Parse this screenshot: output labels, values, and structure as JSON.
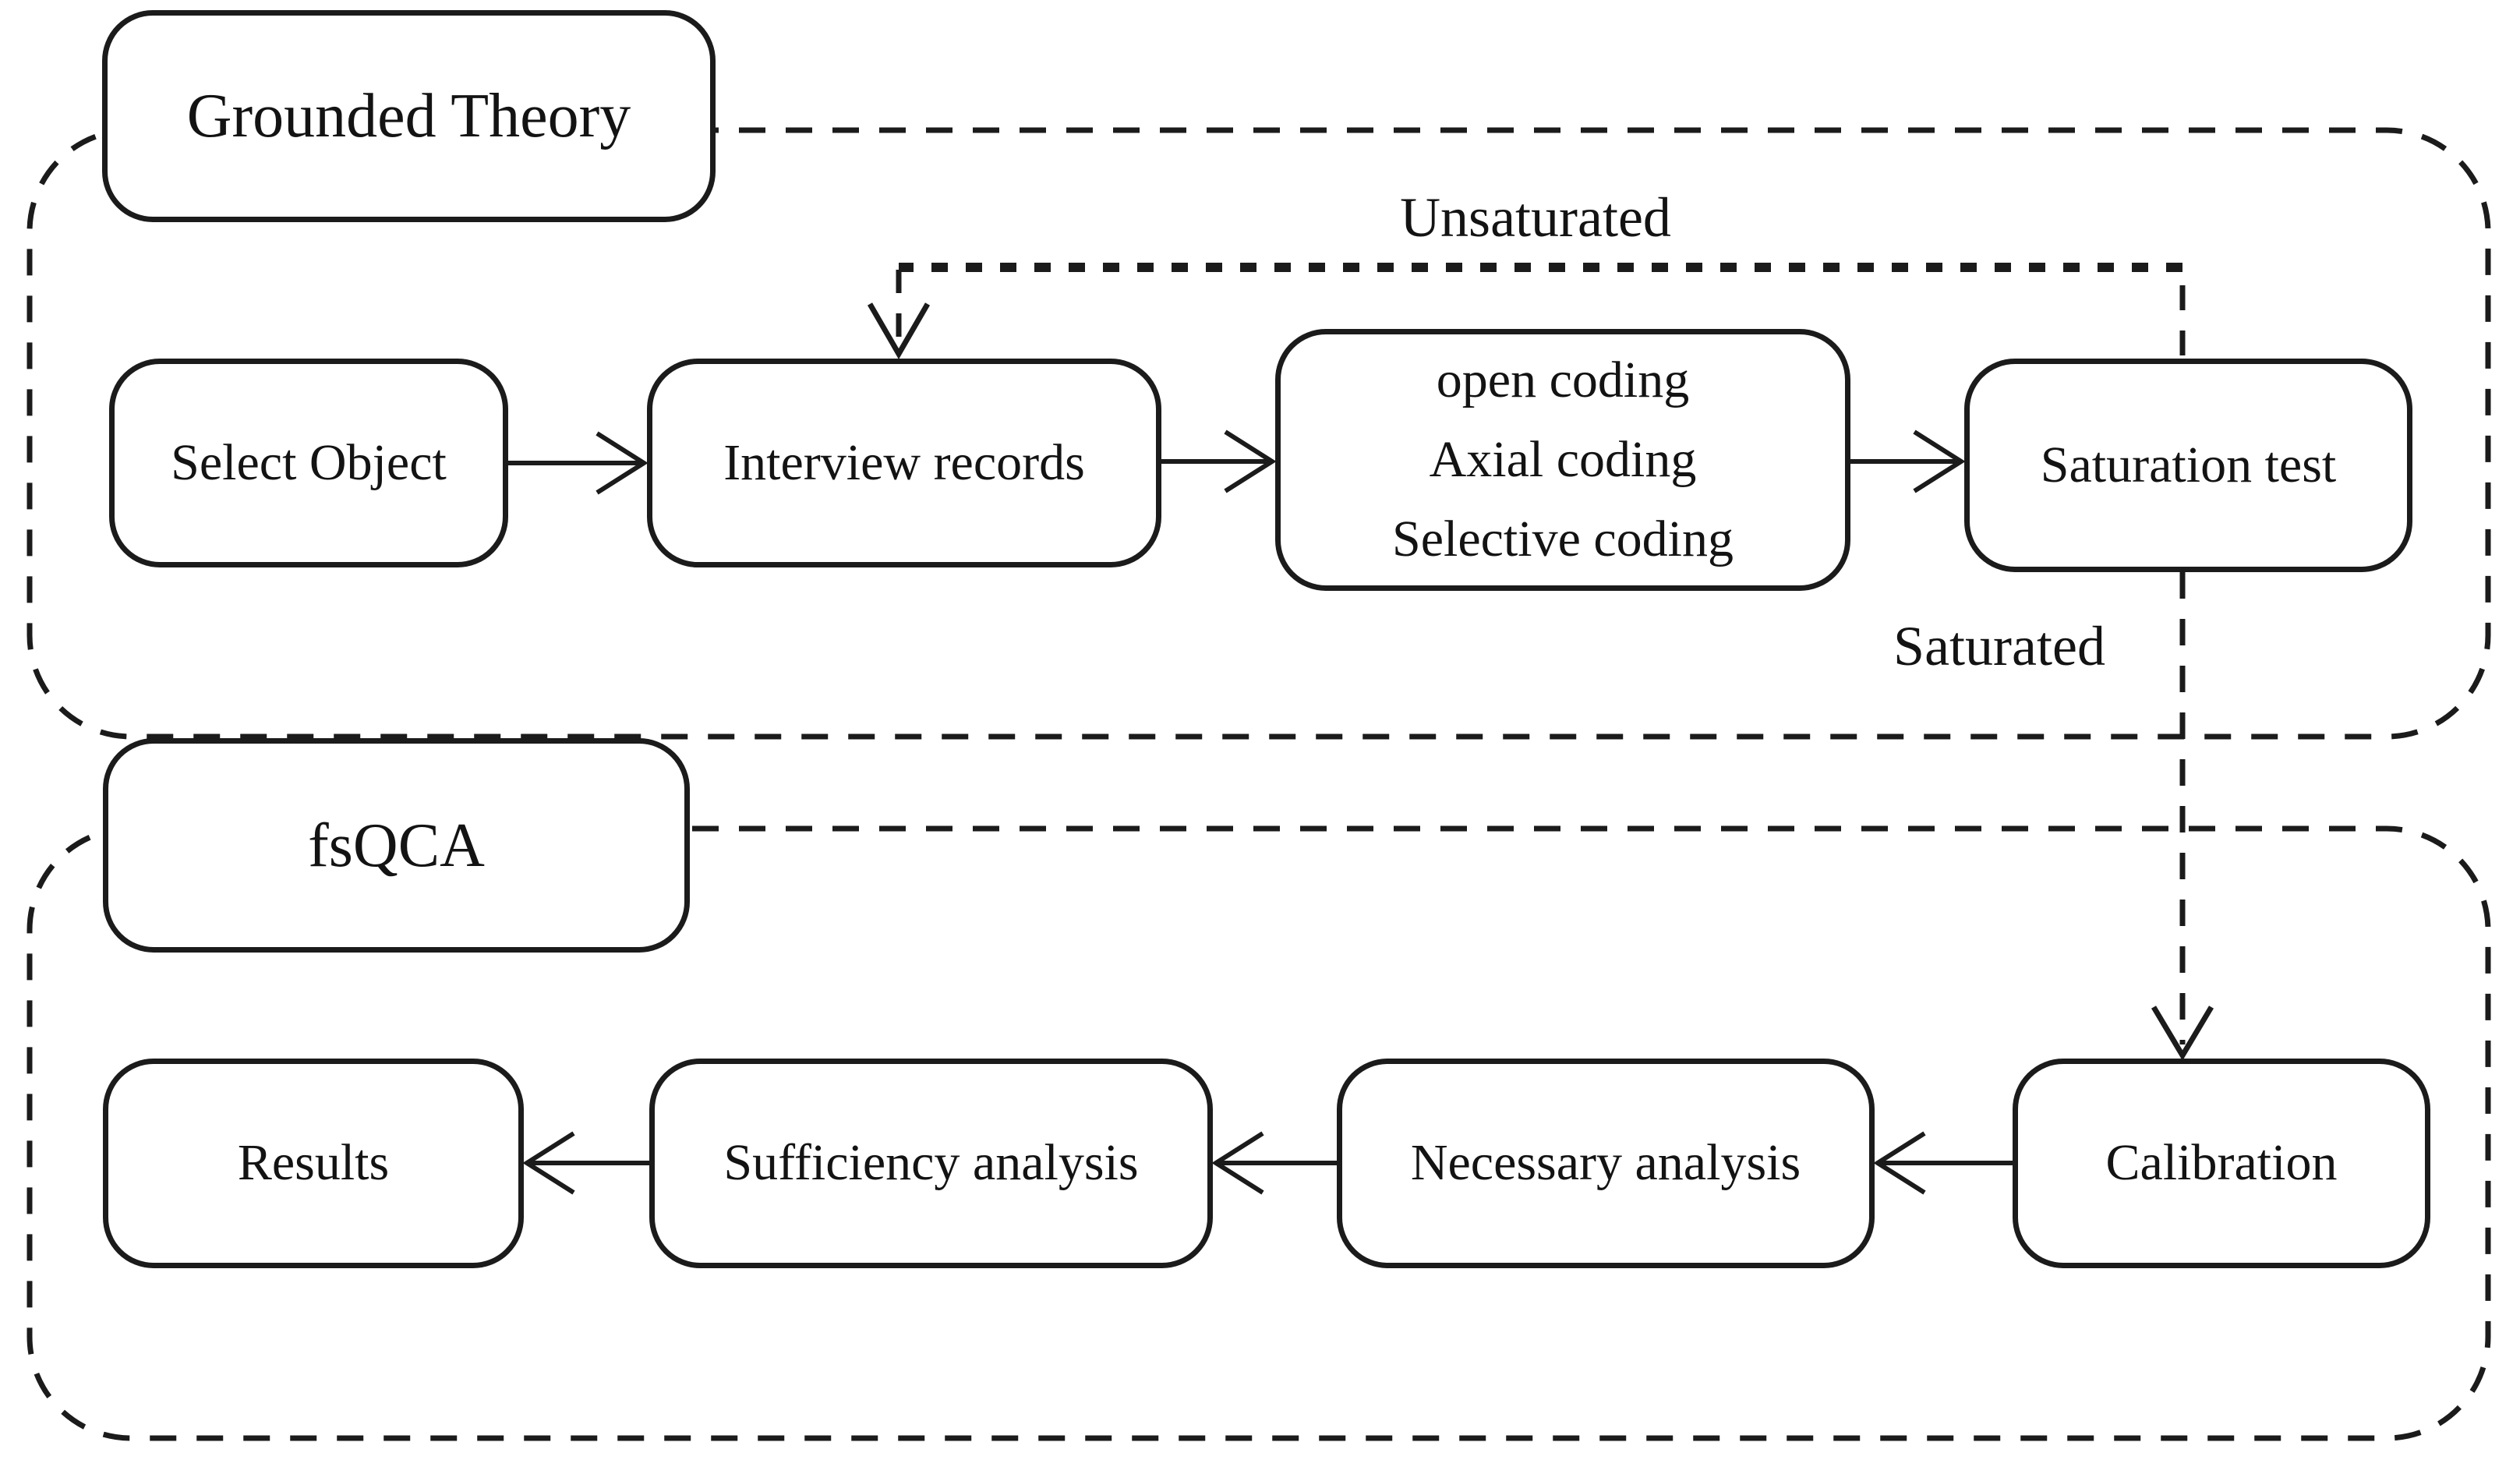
{
  "titles": {
    "grounded_theory": "Grounded Theory",
    "fsqca": "fsQCA"
  },
  "nodes": {
    "select_object": "Select Object",
    "interview_records": "Interview records",
    "coding": {
      "line1": "open coding",
      "line2": "Axial coding",
      "line3": "Selective coding"
    },
    "saturation_test": "Saturation test",
    "calibration": "Calibration",
    "necessary_analysis": "Necessary analysis",
    "sufficiency_analysis": "Sufficiency analysis",
    "results": "Results"
  },
  "annotations": {
    "unsaturated": "Unsaturated",
    "saturated": "Saturated"
  },
  "edges": [
    {
      "from": "Select Object",
      "to": "Interview records",
      "style": "solid",
      "label": ""
    },
    {
      "from": "Interview records",
      "to": "open coding / Axial coding / Selective coding",
      "style": "solid",
      "label": ""
    },
    {
      "from": "open coding / Axial coding / Selective coding",
      "to": "Saturation test",
      "style": "solid",
      "label": ""
    },
    {
      "from": "Saturation test",
      "to": "Interview records",
      "style": "dashed",
      "label": "Unsaturated"
    },
    {
      "from": "Saturation test",
      "to": "Calibration",
      "style": "dashed",
      "label": "Saturated"
    },
    {
      "from": "Calibration",
      "to": "Necessary analysis",
      "style": "solid",
      "label": ""
    },
    {
      "from": "Necessary analysis",
      "to": "Sufficiency analysis",
      "style": "solid",
      "label": ""
    },
    {
      "from": "Sufficiency analysis",
      "to": "Results",
      "style": "solid",
      "label": ""
    }
  ],
  "colors": {
    "line": "#1b1b1b",
    "background": "#ffffff",
    "text": "#131313"
  }
}
